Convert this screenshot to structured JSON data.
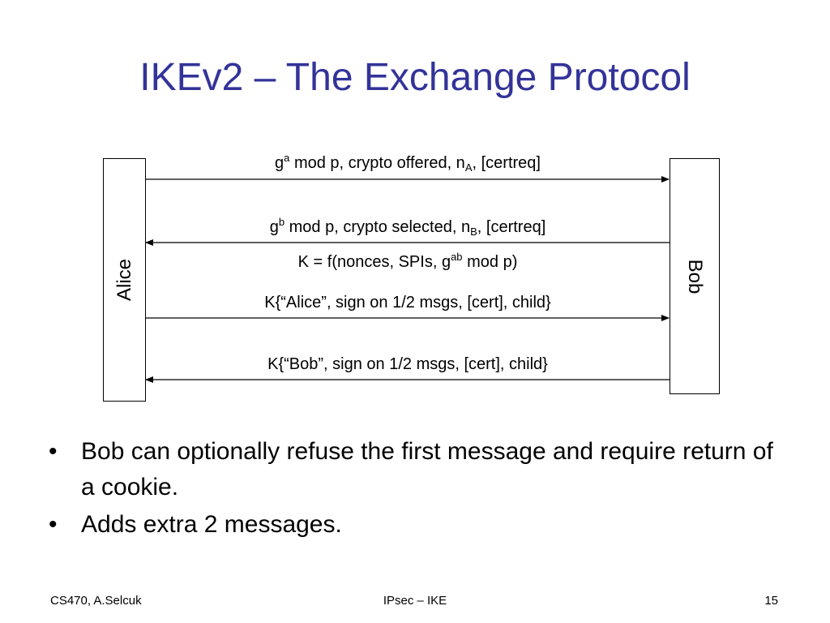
{
  "slide": {
    "title": "IKEv2 – The Exchange Protocol"
  },
  "diagram": {
    "parties": {
      "left": "Alice",
      "right": "Bob"
    },
    "messages": {
      "m1": {
        "g": "g",
        "a": "a",
        "mid": " mod p, crypto offered, n",
        "sub": "A",
        "end": ", [certreq]",
        "direction": "left-to-right"
      },
      "m2": {
        "g": "g",
        "b": "b",
        "mid": " mod p, crypto selected, n",
        "sub": "B",
        "end": ", [certreq]",
        "direction": "right-to-left"
      },
      "key": {
        "pre": "K = f(nonces, SPIs, g",
        "sup": "ab",
        "post": " mod p)"
      },
      "m3": {
        "text": "K{“Alice”, sign on 1/2 msgs, [cert], child}",
        "direction": "left-to-right"
      },
      "m4": {
        "text": "K{“Bob”, sign on 1/2 msgs, [cert], child}",
        "direction": "right-to-left"
      }
    }
  },
  "bullets": [
    "Bob can optionally refuse the first message and require return of a cookie.",
    "Adds extra 2 messages."
  ],
  "footer": {
    "left": "CS470, A.Selcuk",
    "center": "IPsec – IKE",
    "right": "15"
  }
}
